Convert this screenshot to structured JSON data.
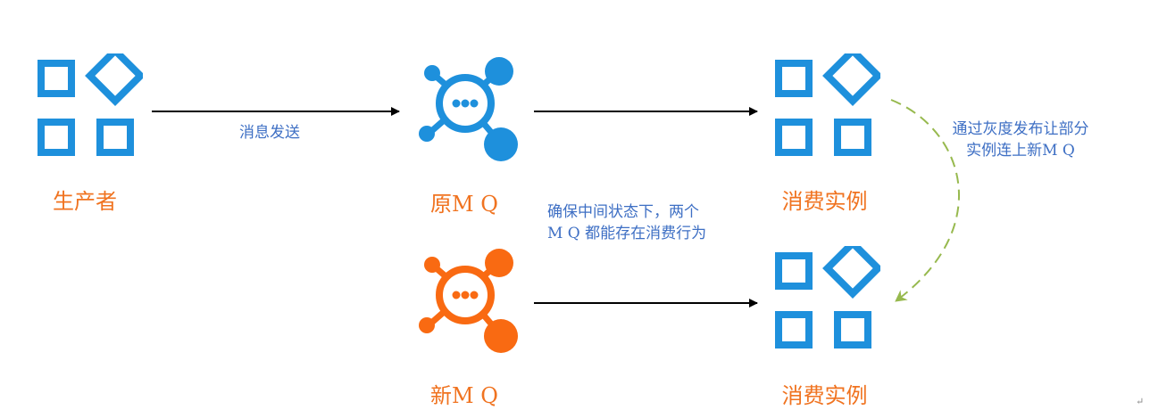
{
  "nodes": {
    "producer": {
      "label": "生产者"
    },
    "old_mq": {
      "label": "原M Q"
    },
    "new_mq": {
      "label": "新M Q"
    },
    "consumer_top": {
      "label": "消费实例"
    },
    "consumer_bottom": {
      "label": "消费实例"
    }
  },
  "edges": {
    "send_label": "消息发送",
    "middle_note_line1": "确保中间状态下，两个",
    "middle_note_line2": "M Q 都能存在消费行为",
    "gray_note_line1": "通过灰度发布让部分",
    "gray_note_line2": "实例连上新M Q"
  },
  "colors": {
    "app_blue": "#1E90DC",
    "mq_blue": "#1E90DC",
    "mq_orange": "#F96A12",
    "label_orange": "#F07320",
    "note_blue": "#3E6FC4",
    "arrow_green": "#97B94E"
  },
  "misc": {
    "return_mark": "↵"
  }
}
